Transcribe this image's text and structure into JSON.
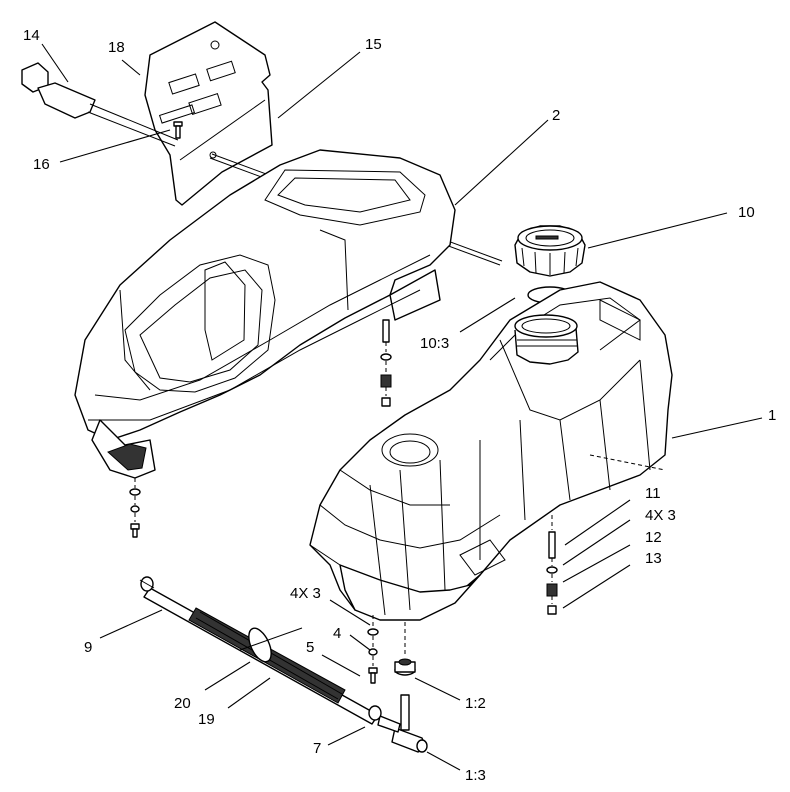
{
  "labels": {
    "l14": "14",
    "l18": "18",
    "l15": "15",
    "l2": "2",
    "l16": "16",
    "l10": "10",
    "l10_3": "10:3",
    "l1": "1",
    "l11": "11",
    "l4x3_right": "4X 3",
    "l12": "12",
    "l13": "13",
    "l4x3_left": "4X 3",
    "l4": "4",
    "l5": "5",
    "l9": "9",
    "l20": "20",
    "l19": "19",
    "l1_2": "1:2",
    "l7": "7",
    "l1_3": "1:3"
  }
}
